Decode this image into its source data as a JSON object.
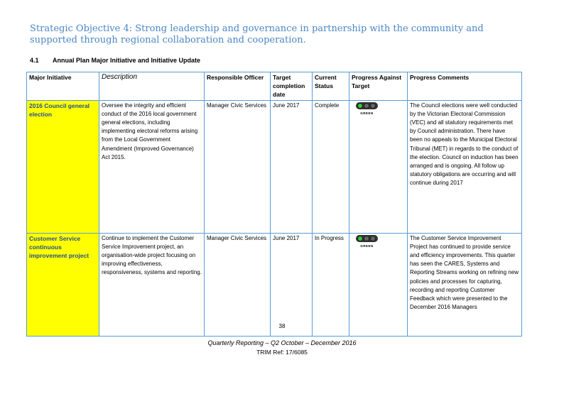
{
  "heading": "Strategic Objective 4: Strong leadership and governance in partnership with the community and supported through regional collaboration and cooperation.",
  "section": {
    "number": "4.1",
    "title": "Annual Plan Major Initiative and Initiative Update"
  },
  "columns": {
    "initiative": "Major Initiative",
    "description": "Description",
    "officer": "Responsible Officer",
    "target": "Target completion date",
    "status": "Current Status",
    "progress": "Progress Against Target",
    "comments": "Progress Comments"
  },
  "rows": [
    {
      "initiative": "2016 Council general election",
      "description": "Oversee the integrity and efficient conduct of the 2016 local government general elections, including implementing electoral reforms arising from the Local Government Amendment (Improved Governance) Act 2015.",
      "officer": "Manager Civic Services",
      "target": "June 2017",
      "status": "Complete",
      "progress_label": "GREEN",
      "comments": "The Council elections were well conducted by the Victorian Electoral Commission (VEC) and all statutory requirements met by Council administration. There have been no appeals to the Municipal Electoral Tribunal (MET) in regards to the conduct of the election. Council on induction has been arranged and is ongoing. All follow up statutory obligations are occurring and will continue during 2017"
    },
    {
      "initiative": "Customer Service continuous improvement project",
      "description": "Continue to implement the Customer Service Improvement project, an organisation-wide project focusing on improving effectiveness, responsiveness, systems and reporting.",
      "officer": "Manager Civic Services",
      "target": "June 2017",
      "status": "In Progress",
      "progress_label": "GREEN",
      "comments": "The Customer Service Improvement Project has continued to provide service and efficiency improvements. This quarter has seen the CARES, Systems and Reporting Streams working on refining new policies and processes for capturing, recording and reporting Customer Feedback which were presented to the December 2016 Managers"
    }
  ],
  "page_number": "38",
  "footer": {
    "report": "Quarterly Reporting – Q2 October – December 2016",
    "trim": "TRIM Ref: 17/6085"
  }
}
